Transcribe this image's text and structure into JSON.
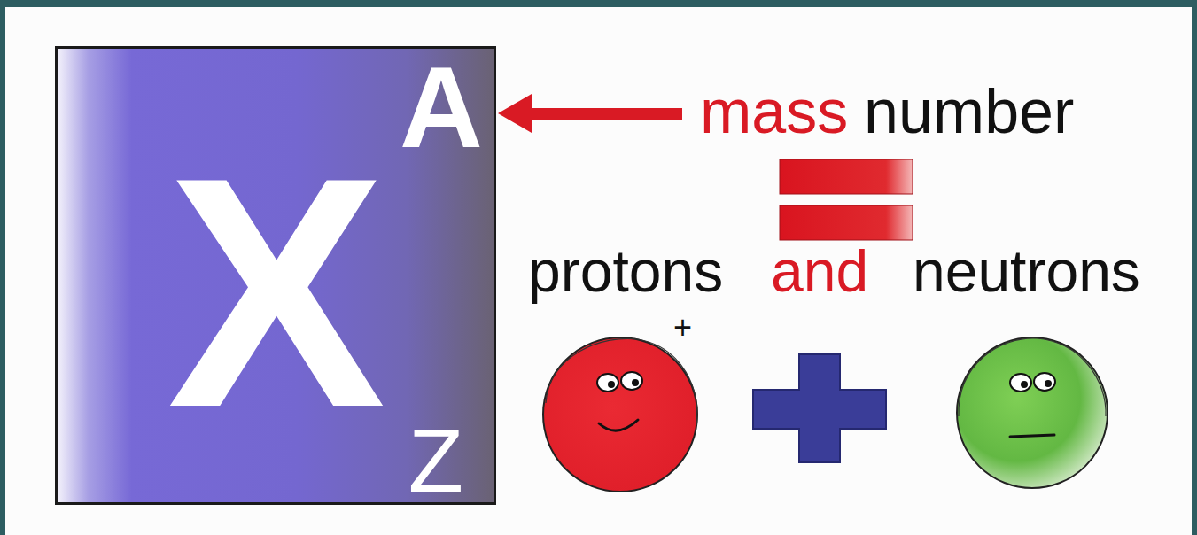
{
  "diagram": {
    "nodes": [
      {
        "text": [
          "X",
          "A",
          "Z"
        ]
      }
    ],
    "labels": [
      "mass",
      "number",
      "protons",
      "and",
      "neutrons",
      "+"
    ]
  }
}
